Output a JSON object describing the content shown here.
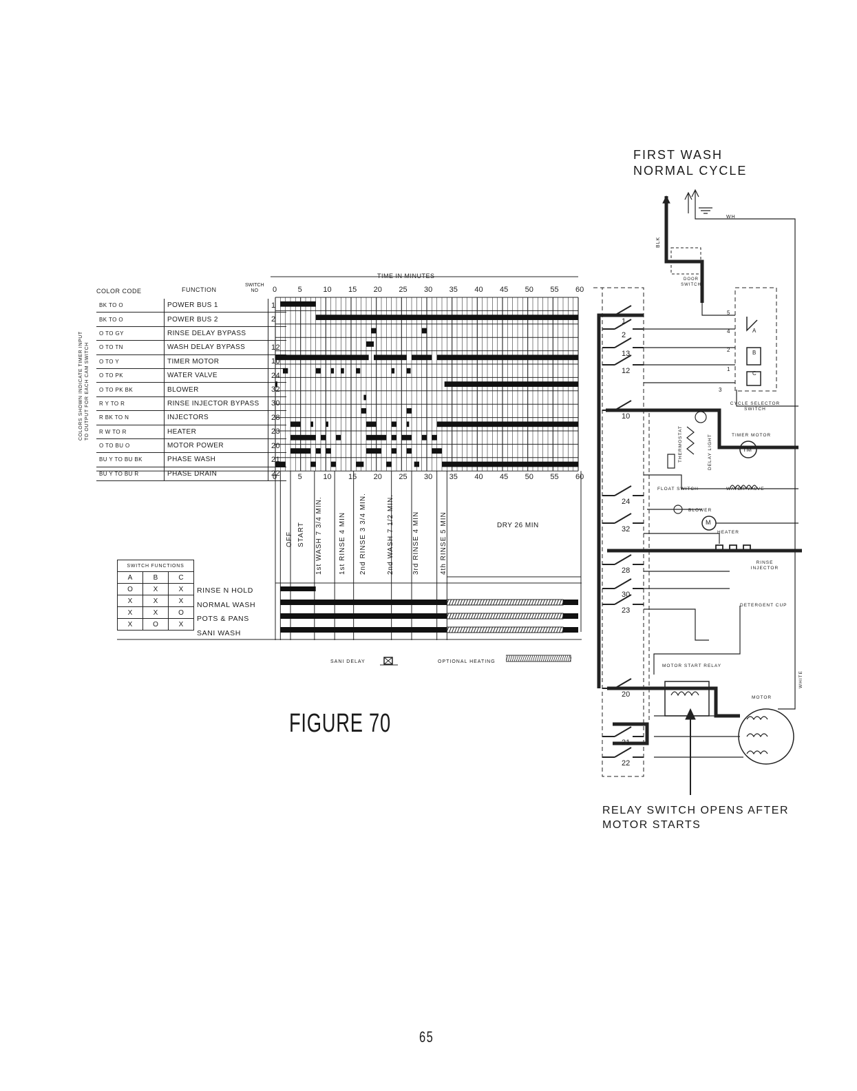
{
  "header": {
    "line1": "FIRST WASH",
    "line2": "NORMAL CYCLE"
  },
  "chart": {
    "time_title": "TIME IN MINUTES",
    "col_color": "COLOR CODE",
    "col_function": "FUNCTION",
    "col_switch_1": "SWITCH",
    "col_switch_2": "NO",
    "side_note_1": "COLORS SHOWN INDICATE TIMER INPUT",
    "side_note_2": "TO OUTPUT FOR EACH CAM SWITCH",
    "ticks_top": [
      "0",
      "5",
      "10",
      "15",
      "20",
      "25",
      "30",
      "35",
      "40",
      "45",
      "50",
      "55",
      "60"
    ],
    "ticks_bottom": [
      "0",
      "5",
      "10",
      "15",
      "20",
      "25",
      "30",
      "35",
      "40",
      "45",
      "50",
      "55",
      "60"
    ],
    "rows": [
      {
        "code": "BK TO O",
        "function": "POWER BUS 1",
        "switch": "1"
      },
      {
        "code": "BK TO O",
        "function": "POWER BUS 2",
        "switch": "2"
      },
      {
        "code": "O TO GY",
        "function": "RINSE DELAY BYPASS",
        "switch": ""
      },
      {
        "code": "O TO TN",
        "function": "WASH DELAY BYPASS",
        "switch": "12"
      },
      {
        "code": "O TO Y",
        "function": "TIMER MOTOR",
        "switch": "10"
      },
      {
        "code": "O TO PK",
        "function": "WATER VALVE",
        "switch": "24"
      },
      {
        "code": "O TO PK BK",
        "function": "BLOWER",
        "switch": "32"
      },
      {
        "code": "R Y TO R",
        "function": "RINSE INJECTOR BYPASS",
        "switch": "30"
      },
      {
        "code": "R BK TO N",
        "function": "INJECTORS",
        "switch": "28"
      },
      {
        "code": "R W TO R",
        "function": "HEATER",
        "switch": "23"
      },
      {
        "code": "O TO BU O",
        "function": "MOTOR POWER",
        "switch": "20"
      },
      {
        "code": "BU Y TO BU BK",
        "function": "PHASE WASH",
        "switch": "21"
      },
      {
        "code": "BU Y TO BU R",
        "function": "PHASE DRAIN",
        "switch": "22"
      }
    ],
    "phases": [
      "OFF",
      "START",
      "1st WASH 7 3/4 MIN.",
      "1st RINSE 4 MIN",
      "2nd RINSE 3 3/4 MIN.",
      "2nd WASH 7 1/2 MIN.",
      "3rd RINSE 4 MIN",
      "4th RINSE 5 MIN"
    ],
    "dry_label": "DRY 26 MIN",
    "legend_sani": "SANI DELAY",
    "legend_optional": "OPTIONAL HEATING"
  },
  "switch_functions": {
    "title": "SWITCH FUNCTIONS",
    "headers": [
      "A",
      "B",
      "C"
    ],
    "rows": [
      {
        "a": "O",
        "b": "X",
        "c": "X",
        "program": "RINSE N HOLD"
      },
      {
        "a": "X",
        "b": "X",
        "c": "X",
        "program": "NORMAL WASH"
      },
      {
        "a": "X",
        "b": "X",
        "c": "O",
        "program": "POTS & PANS"
      },
      {
        "a": "X",
        "b": "O",
        "c": "X",
        "program": "SANI WASH"
      }
    ]
  },
  "figure_caption": "FIGURE 70",
  "schematic": {
    "blk": "BLK",
    "wh": "WH",
    "door_switch": "DOOR SWITCH",
    "cycle_selector": "CYCLE SELECTOR SWITCH",
    "timer_motor": "TIMER MOTOR",
    "tm": "TM",
    "thermostat": "THERMOSTAT",
    "delay_light": "DELAY LIGHT",
    "float_switch": "FLOAT SWITCH",
    "water_valve": "WATER VALVE",
    "blower": "BLOWER",
    "m": "M",
    "heater": "HEATER",
    "rinse_injector": "RINSE INJECTOR",
    "detergent_cup": "DETERGENT CUP",
    "motor_start_relay": "MOTOR START RELAY",
    "motor": "MOTOR",
    "white": "WHITE",
    "switch_numbers": [
      "1",
      "2",
      "13",
      "12",
      "10",
      "24",
      "32",
      "28",
      "30",
      "23",
      "20",
      "21",
      "22"
    ],
    "selector_contacts": [
      "5",
      "4",
      "2",
      "1",
      "3"
    ],
    "selector_letters": [
      "A",
      "B",
      "C"
    ]
  },
  "relay_note": {
    "line1": "RELAY SWITCH OPENS AFTER",
    "line2": "MOTOR STARTS"
  },
  "page_number": "65"
}
